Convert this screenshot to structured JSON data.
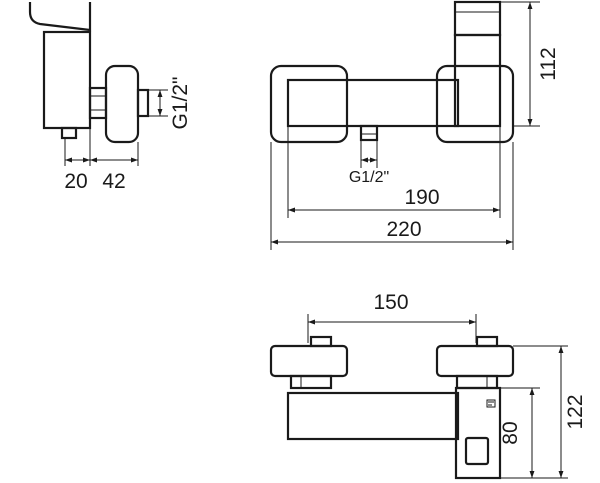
{
  "dimensions": {
    "side_view": {
      "depth_a": "20",
      "depth_b": "42",
      "thread": "G1/2\""
    },
    "front_view": {
      "height": "112",
      "thread": "G1/2\"",
      "inner_width": "190",
      "overall_width": "220"
    },
    "top_view": {
      "center_distance": "150",
      "depth_a": "80",
      "depth_b": "122"
    }
  }
}
